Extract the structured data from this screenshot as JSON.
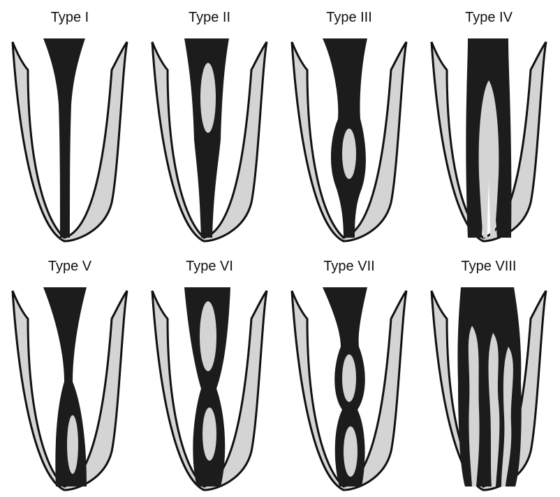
{
  "figure": {
    "panels": [
      {
        "label": "Type I"
      },
      {
        "label": "Type II"
      },
      {
        "label": "Type III"
      },
      {
        "label": "Type IV"
      },
      {
        "label": "Type V"
      },
      {
        "label": "Type VI"
      },
      {
        "label": "Type VII"
      },
      {
        "label": "Type VIII"
      }
    ]
  },
  "colors": {
    "dentin": "#d4d4d4",
    "canal": "#1c1c1c",
    "outline": "#111111",
    "crown": "#ffffff"
  }
}
